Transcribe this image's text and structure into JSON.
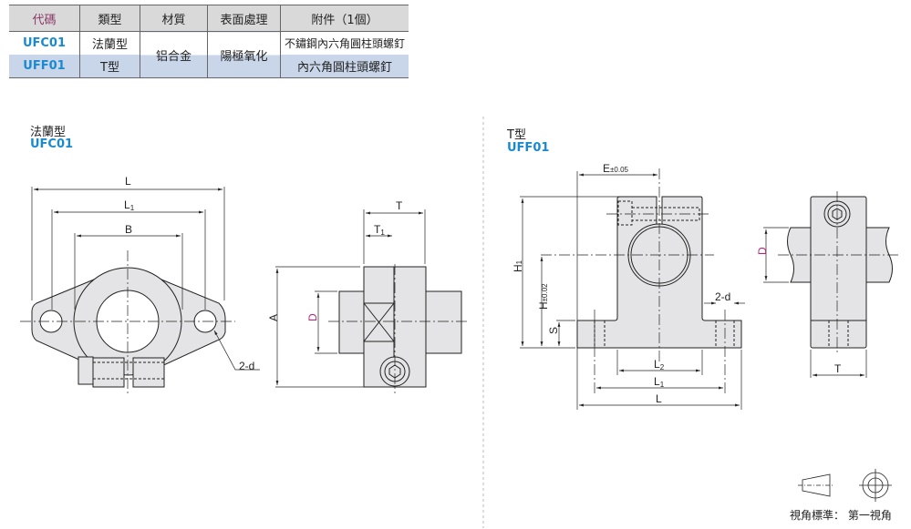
{
  "table": {
    "headers": [
      "代碼",
      "類型",
      "材質",
      "表面處理",
      "附件（1個）"
    ],
    "rows": [
      {
        "code": "UFC01",
        "type": "法蘭型",
        "accessory": "不鏽鋼內六角圓柱頭螺釘"
      },
      {
        "code": "UFF01",
        "type": "T型",
        "accessory": "內六角圓柱頭螺釘"
      }
    ],
    "material": "铝合金",
    "surface": "陽極氧化"
  },
  "left": {
    "title": "法蘭型",
    "code": "UFC01",
    "dims": {
      "L": "L",
      "L1": "L",
      "L1_sub": "1",
      "B": "B",
      "d": "2-d",
      "T": "T",
      "T1": "T",
      "T1_sub": "1",
      "A": "A",
      "D": "D"
    }
  },
  "right": {
    "title": "T型",
    "code": "UFF01",
    "dims": {
      "E": "E",
      "E_tol": "±0.05",
      "H1": "H",
      "H1_sub": "1",
      "H": "H",
      "H_tol": "±0.02",
      "S": "S",
      "L2": "L",
      "L2_sub": "2",
      "L1": "L",
      "L1_sub": "1",
      "L": "L",
      "d": "2-d",
      "D": "D",
      "T": "T"
    }
  },
  "legend": {
    "label": "視角標準：",
    "value": "第一視角"
  },
  "colors": {
    "part": "#e4e4e6",
    "code": "#1a8ad0",
    "dimD": "#b0287a"
  }
}
